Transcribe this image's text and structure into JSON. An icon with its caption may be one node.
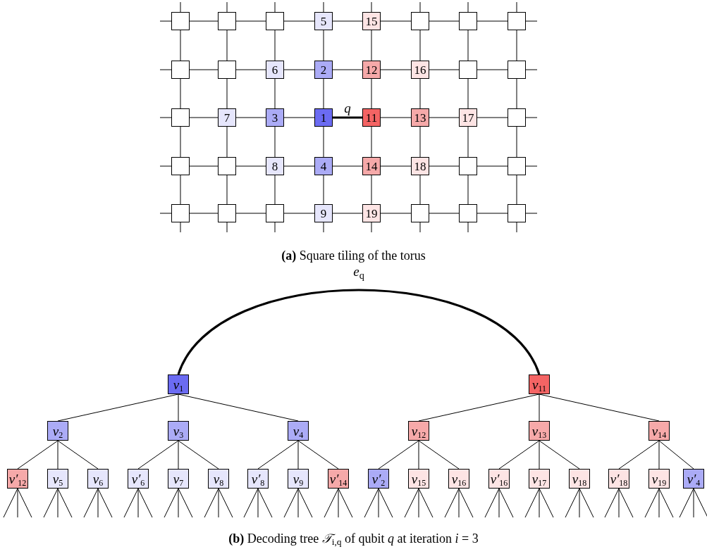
{
  "diagram": {
    "nodes": [
      {
        "text": [],
        "shape": "box"
      },
      {
        "text": [],
        "shape": "box"
      },
      {
        "text": [],
        "shape": "box"
      },
      {
        "text": [
          "5"
        ]
      },
      {
        "text": [
          "15"
        ]
      },
      {
        "text": [],
        "shape": "box"
      },
      {
        "text": [],
        "shape": "box"
      },
      {
        "text": [],
        "shape": "box"
      },
      {
        "text": [],
        "shape": "box"
      },
      {
        "text": [],
        "shape": "box"
      },
      {
        "text": [
          "6"
        ]
      },
      {
        "text": [
          "2"
        ]
      },
      {
        "text": [
          "12"
        ]
      },
      {
        "text": [
          "16"
        ]
      },
      {
        "text": [],
        "shape": "box"
      },
      {
        "text": [],
        "shape": "box"
      },
      {
        "text": [],
        "shape": "box"
      },
      {
        "text": [
          "7"
        ]
      },
      {
        "text": [
          "3"
        ]
      },
      {
        "text": [
          "1"
        ]
      },
      {
        "text": [
          "11"
        ]
      },
      {
        "text": [
          "13"
        ]
      },
      {
        "text": [
          "17"
        ]
      },
      {
        "text": [],
        "shape": "box"
      },
      {
        "text": [],
        "shape": "box"
      },
      {
        "text": [],
        "shape": "box"
      },
      {
        "text": [
          "8"
        ]
      },
      {
        "text": [
          "4"
        ]
      },
      {
        "text": [
          "14"
        ]
      },
      {
        "text": [
          "18"
        ]
      },
      {
        "text": [],
        "shape": "box"
      },
      {
        "text": [],
        "shape": "box"
      },
      {
        "text": [],
        "shape": "box"
      },
      {
        "text": [],
        "shape": "box"
      },
      {
        "text": [],
        "shape": "box"
      },
      {
        "text": [
          "9"
        ]
      },
      {
        "text": [
          "19"
        ]
      },
      {
        "text": [],
        "shape": "box"
      },
      {
        "text": [],
        "shape": "box"
      },
      {
        "text": [],
        "shape": "box"
      },
      {
        "text": [
          "v$_{1}$"
        ]
      },
      {
        "text": [
          "v$_{11}$"
        ]
      },
      {
        "text": [
          "v$_{2}$"
        ]
      },
      {
        "text": [
          "v$_{3}$"
        ]
      },
      {
        "text": [
          "v$_{4}$"
        ]
      },
      {
        "text": [
          "v$_{12}$"
        ]
      },
      {
        "text": [
          "v$_{13}$"
        ]
      },
      {
        "text": [
          "v$_{14}$"
        ]
      },
      {
        "text": [
          "v′$_{12}$"
        ]
      },
      {
        "text": [
          "v$_{5}$"
        ]
      },
      {
        "text": [
          "v$_{6}$"
        ]
      },
      {
        "text": [
          "v′$_{6}$"
        ]
      },
      {
        "text": [
          "v$_{7}$"
        ]
      },
      {
        "text": [
          "v$_{8}$"
        ]
      },
      {
        "text": [
          "v′$_{8}$"
        ]
      },
      {
        "text": [
          "v$_{9}$"
        ]
      },
      {
        "text": [
          "v′$_{14}$"
        ]
      },
      {
        "text": [
          "v′$_{2}$"
        ]
      },
      {
        "text": [
          "v$_{15}$"
        ]
      },
      {
        "text": [
          "v$_{16}$"
        ]
      },
      {
        "text": [
          "v′$_{16}$"
        ]
      },
      {
        "text": [
          "v$_{17}$"
        ]
      },
      {
        "text": [
          "v$_{18}$"
        ]
      },
      {
        "text": [
          "v′$_{18}$"
        ]
      },
      {
        "text": [
          "v$_{19}$"
        ]
      },
      {
        "text": [
          "v′$_{4}$"
        ]
      }
    ],
    "edges": [
      {
        "from": 0,
        "to": 1,
        "arrow": "none"
      },
      {
        "from": 1,
        "to": 2,
        "arrow": "none"
      },
      {
        "from": 2,
        "to": 3,
        "arrow": "none"
      },
      {
        "from": 3,
        "to": 4,
        "arrow": "none"
      },
      {
        "from": 4,
        "to": 5,
        "arrow": "none"
      },
      {
        "from": 5,
        "to": 6,
        "arrow": "none"
      },
      {
        "from": 6,
        "to": 7,
        "arrow": "none"
      },
      {
        "from": 8,
        "to": 9,
        "arrow": "none"
      },
      {
        "from": 9,
        "to": 10,
        "arrow": "none"
      },
      {
        "from": 10,
        "to": 11,
        "arrow": "none"
      },
      {
        "from": 11,
        "to": 12,
        "arrow": "none"
      },
      {
        "from": 12,
        "to": 13,
        "arrow": "none"
      },
      {
        "from": 13,
        "to": 14,
        "arrow": "none"
      },
      {
        "from": 14,
        "to": 15,
        "arrow": "none"
      },
      {
        "from": 16,
        "to": 17,
        "arrow": "none"
      },
      {
        "from": 17,
        "to": 18,
        "arrow": "none"
      },
      {
        "from": 18,
        "to": 19,
        "arrow": "none"
      },
      {
        "from": 19,
        "to": 20,
        "arrow": "none",
        "label": "*q*",
        "style": "thick"
      },
      {
        "from": 20,
        "to": 21,
        "arrow": "none"
      },
      {
        "from": 21,
        "to": 22,
        "arrow": "none"
      },
      {
        "from": 22,
        "to": 23,
        "arrow": "none"
      },
      {
        "from": 24,
        "to": 25,
        "arrow": "none"
      },
      {
        "from": 25,
        "to": 26,
        "arrow": "none"
      },
      {
        "from": 26,
        "to": 27,
        "arrow": "none"
      },
      {
        "from": 27,
        "to": 28,
        "arrow": "none"
      },
      {
        "from": 28,
        "to": 29,
        "arrow": "none"
      },
      {
        "from": 29,
        "to": 30,
        "arrow": "none"
      },
      {
        "from": 30,
        "to": 31,
        "arrow": "none"
      },
      {
        "from": 32,
        "to": 33,
        "arrow": "none"
      },
      {
        "from": 33,
        "to": 34,
        "arrow": "none"
      },
      {
        "from": 34,
        "to": 35,
        "arrow": "none"
      },
      {
        "from": 35,
        "to": 36,
        "arrow": "none"
      },
      {
        "from": 36,
        "to": 37,
        "arrow": "none"
      },
      {
        "from": 37,
        "to": 38,
        "arrow": "none"
      },
      {
        "from": 38,
        "to": 39,
        "arrow": "none"
      },
      {
        "from": 0,
        "to": 8,
        "arrow": "none"
      },
      {
        "from": 1,
        "to": 9,
        "arrow": "none"
      },
      {
        "from": 2,
        "to": 10,
        "arrow": "none"
      },
      {
        "from": 3,
        "to": 11,
        "arrow": "none"
      },
      {
        "from": 4,
        "to": 12,
        "arrow": "none"
      },
      {
        "from": 5,
        "to": 13,
        "arrow": "none"
      },
      {
        "from": 6,
        "to": 14,
        "arrow": "none"
      },
      {
        "from": 7,
        "to": 15,
        "arrow": "none"
      },
      {
        "from": 8,
        "to": 16,
        "arrow": "none"
      },
      {
        "from": 9,
        "to": 17,
        "arrow": "none"
      },
      {
        "from": 10,
        "to": 18,
        "arrow": "none"
      },
      {
        "from": 11,
        "to": 19,
        "arrow": "none"
      },
      {
        "from": 12,
        "to": 20,
        "arrow": "none"
      },
      {
        "from": 13,
        "to": 21,
        "arrow": "none"
      },
      {
        "from": 14,
        "to": 22,
        "arrow": "none"
      },
      {
        "from": 15,
        "to": 23,
        "arrow": "none"
      },
      {
        "from": 16,
        "to": 24,
        "arrow": "none"
      },
      {
        "from": 17,
        "to": 25,
        "arrow": "none"
      },
      {
        "from": 18,
        "to": 26,
        "arrow": "none"
      },
      {
        "from": 19,
        "to": 27,
        "arrow": "none"
      },
      {
        "from": 20,
        "to": 28,
        "arrow": "none"
      },
      {
        "from": 21,
        "to": 29,
        "arrow": "none"
      },
      {
        "from": 22,
        "to": 30,
        "arrow": "none"
      },
      {
        "from": 23,
        "to": 31,
        "arrow": "none"
      },
      {
        "from": 24,
        "to": 32,
        "arrow": "none"
      },
      {
        "from": 25,
        "to": 33,
        "arrow": "none"
      },
      {
        "from": 26,
        "to": 34,
        "arrow": "none"
      },
      {
        "from": 27,
        "to": 35,
        "arrow": "none"
      },
      {
        "from": 28,
        "to": 36,
        "arrow": "none"
      },
      {
        "from": 29,
        "to": 37,
        "arrow": "none"
      },
      {
        "from": 30,
        "to": 38,
        "arrow": "none"
      },
      {
        "from": 31,
        "to": 39,
        "arrow": "none"
      },
      {
        "from": 0,
        "to": null,
        "arrow": "none"
      },
      {
        "from": 1,
        "to": null,
        "arrow": "none"
      },
      {
        "from": 2,
        "to": null,
        "arrow": "none"
      },
      {
        "from": 3,
        "to": null,
        "arrow": "none"
      },
      {
        "from": 4,
        "to": null,
        "arrow": "none"
      },
      {
        "from": 5,
        "to": null,
        "arrow": "none"
      },
      {
        "from": 6,
        "to": null,
        "arrow": "none"
      },
      {
        "from": 7,
        "to": null,
        "arrow": "none"
      },
      {
        "from": 32,
        "to": null,
        "arrow": "none"
      },
      {
        "from": 33,
        "to": null,
        "arrow": "none"
      },
      {
        "from": 34,
        "to": null,
        "arrow": "none"
      },
      {
        "from": 35,
        "to": null,
        "arrow": "none"
      },
      {
        "from": 36,
        "to": null,
        "arrow": "none"
      },
      {
        "from": 37,
        "to": null,
        "arrow": "none"
      },
      {
        "from": 38,
        "to": null,
        "arrow": "none"
      },
      {
        "from": 39,
        "to": null,
        "arrow": "none"
      },
      {
        "from": 0,
        "to": null,
        "arrow": "none"
      },
      {
        "from": 8,
        "to": null,
        "arrow": "none"
      },
      {
        "from": 16,
        "to": null,
        "arrow": "none"
      },
      {
        "from": 24,
        "to": null,
        "arrow": "none"
      },
      {
        "from": 32,
        "to": null,
        "arrow": "none"
      },
      {
        "from": 7,
        "to": null,
        "arrow": "none"
      },
      {
        "from": 15,
        "to": null,
        "arrow": "none"
      },
      {
        "from": 23,
        "to": null,
        "arrow": "none"
      },
      {
        "from": 31,
        "to": null,
        "arrow": "none"
      },
      {
        "from": 39,
        "to": null,
        "arrow": "none"
      },
      {
        "from": 40,
        "to": 41,
        "arrow": "none",
        "label": "*e*$_{q}$",
        "style": "thick"
      },
      {
        "from": 40,
        "to": 42,
        "arrow": "none"
      },
      {
        "from": 40,
        "to": 43,
        "arrow": "none"
      },
      {
        "from": 40,
        "to": 44,
        "arrow": "none"
      },
      {
        "from": 41,
        "to": 45,
        "arrow": "none"
      },
      {
        "from": 41,
        "to": 46,
        "arrow": "none"
      },
      {
        "from": 41,
        "to": 47,
        "arrow": "none"
      },
      {
        "from": 42,
        "to": 48,
        "arrow": "none"
      },
      {
        "from": 42,
        "to": 49,
        "arrow": "none"
      },
      {
        "from": 42,
        "to": 50,
        "arrow": "none"
      },
      {
        "from": 43,
        "to": 51,
        "arrow": "none"
      },
      {
        "from": 43,
        "to": 52,
        "arrow": "none"
      },
      {
        "from": 43,
        "to": 53,
        "arrow": "none"
      },
      {
        "from": 44,
        "to": 54,
        "arrow": "none"
      },
      {
        "from": 44,
        "to": 55,
        "arrow": "none"
      },
      {
        "from": 44,
        "to": 56,
        "arrow": "none"
      },
      {
        "from": 45,
        "to": 57,
        "arrow": "none"
      },
      {
        "from": 45,
        "to": 58,
        "arrow": "none"
      },
      {
        "from": 45,
        "to": 59,
        "arrow": "none"
      },
      {
        "from": 46,
        "to": 60,
        "arrow": "none"
      },
      {
        "from": 46,
        "to": 61,
        "arrow": "none"
      },
      {
        "from": 46,
        "to": 62,
        "arrow": "none"
      },
      {
        "from": 47,
        "to": 63,
        "arrow": "none"
      },
      {
        "from": 47,
        "to": 64,
        "arrow": "none"
      },
      {
        "from": 47,
        "to": 65,
        "arrow": "none"
      },
      {
        "from": 48,
        "to": null,
        "arrow": "none"
      },
      {
        "from": 48,
        "to": null,
        "arrow": "none"
      },
      {
        "from": 48,
        "to": null,
        "arrow": "none"
      },
      {
        "from": 49,
        "to": null,
        "arrow": "none"
      },
      {
        "from": 49,
        "to": null,
        "arrow": "none"
      },
      {
        "from": 49,
        "to": null,
        "arrow": "none"
      },
      {
        "from": 50,
        "to": null,
        "arrow": "none"
      },
      {
        "from": 50,
        "to": null,
        "arrow": "none"
      },
      {
        "from": 50,
        "to": null,
        "arrow": "none"
      },
      {
        "from": 51,
        "to": null,
        "arrow": "none"
      },
      {
        "from": 51,
        "to": null,
        "arrow": "none"
      },
      {
        "from": 51,
        "to": null,
        "arrow": "none"
      },
      {
        "from": 52,
        "to": null,
        "arrow": "none"
      },
      {
        "from": 52,
        "to": null,
        "arrow": "none"
      },
      {
        "from": 52,
        "to": null,
        "arrow": "none"
      },
      {
        "from": 53,
        "to": null,
        "arrow": "none"
      },
      {
        "from": 53,
        "to": null,
        "arrow": "none"
      },
      {
        "from": 53,
        "to": null,
        "arrow": "none"
      },
      {
        "from": 54,
        "to": null,
        "arrow": "none"
      },
      {
        "from": 54,
        "to": null,
        "arrow": "none"
      },
      {
        "from": 54,
        "to": null,
        "arrow": "none"
      },
      {
        "from": 55,
        "to": null,
        "arrow": "none"
      },
      {
        "from": 55,
        "to": null,
        "arrow": "none"
      },
      {
        "from": 55,
        "to": null,
        "arrow": "none"
      },
      {
        "from": 56,
        "to": null,
        "arrow": "none"
      },
      {
        "from": 56,
        "to": null,
        "arrow": "none"
      },
      {
        "from": 56,
        "to": null,
        "arrow": "none"
      },
      {
        "from": 57,
        "to": null,
        "arrow": "none"
      },
      {
        "from": 57,
        "to": null,
        "arrow": "none"
      },
      {
        "from": 57,
        "to": null,
        "arrow": "none"
      },
      {
        "from": 58,
        "to": null,
        "arrow": "none"
      },
      {
        "from": 58,
        "to": null,
        "arrow": "none"
      },
      {
        "from": 58,
        "to": null,
        "arrow": "none"
      },
      {
        "from": 59,
        "to": null,
        "arrow": "none"
      },
      {
        "from": 59,
        "to": null,
        "arrow": "none"
      },
      {
        "from": 59,
        "to": null,
        "arrow": "none"
      },
      {
        "from": 60,
        "to": null,
        "arrow": "none"
      },
      {
        "from": 60,
        "to": null,
        "arrow": "none"
      },
      {
        "from": 60,
        "to": null,
        "arrow": "none"
      },
      {
        "from": 61,
        "to": null,
        "arrow": "none"
      },
      {
        "from": 61,
        "to": null,
        "arrow": "none"
      },
      {
        "from": 61,
        "to": null,
        "arrow": "none"
      },
      {
        "from": 62,
        "to": null,
        "arrow": "none"
      },
      {
        "from": 62,
        "to": null,
        "arrow": "none"
      },
      {
        "from": 62,
        "to": null,
        "arrow": "none"
      },
      {
        "from": 63,
        "to": null,
        "arrow": "none"
      },
      {
        "from": 63,
        "to": null,
        "arrow": "none"
      },
      {
        "from": 63,
        "to": null,
        "arrow": "none"
      },
      {
        "from": 64,
        "to": null,
        "arrow": "none"
      },
      {
        "from": 64,
        "to": null,
        "arrow": "none"
      },
      {
        "from": 64,
        "to": null,
        "arrow": "none"
      },
      {
        "from": 65,
        "to": null,
        "arrow": "none"
      },
      {
        "from": 65,
        "to": null,
        "arrow": "none"
      },
      {
        "from": 65,
        "to": null,
        "arrow": "none"
      }
    ],
    "labels": [
      "**(a)** Square tiling of the torus",
      "**(b)** Decoding tree *𝒯*$_{i,q}$ of qubit *q* at iteration *i* = 3"
    ]
  }
}
